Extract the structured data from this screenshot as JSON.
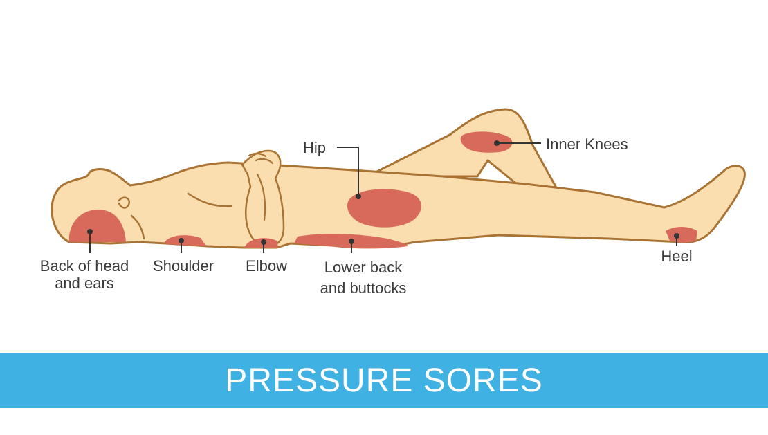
{
  "colors": {
    "skin": "#fadeb0",
    "outline": "#a87333",
    "sore": "#d86a5c",
    "leader": "#333333",
    "banner": "#3fb1e3",
    "banner_text": "#ffffff"
  },
  "banner": {
    "title": "PRESSURE SORES"
  },
  "labels": {
    "hip": "Hip",
    "inner_knees": "Inner Knees",
    "back_of_head": "Back of head\nand ears",
    "shoulder": "Shoulder",
    "elbow": "Elbow",
    "lower_back": "Lower back\nand buttocks",
    "heel": "Heel"
  }
}
